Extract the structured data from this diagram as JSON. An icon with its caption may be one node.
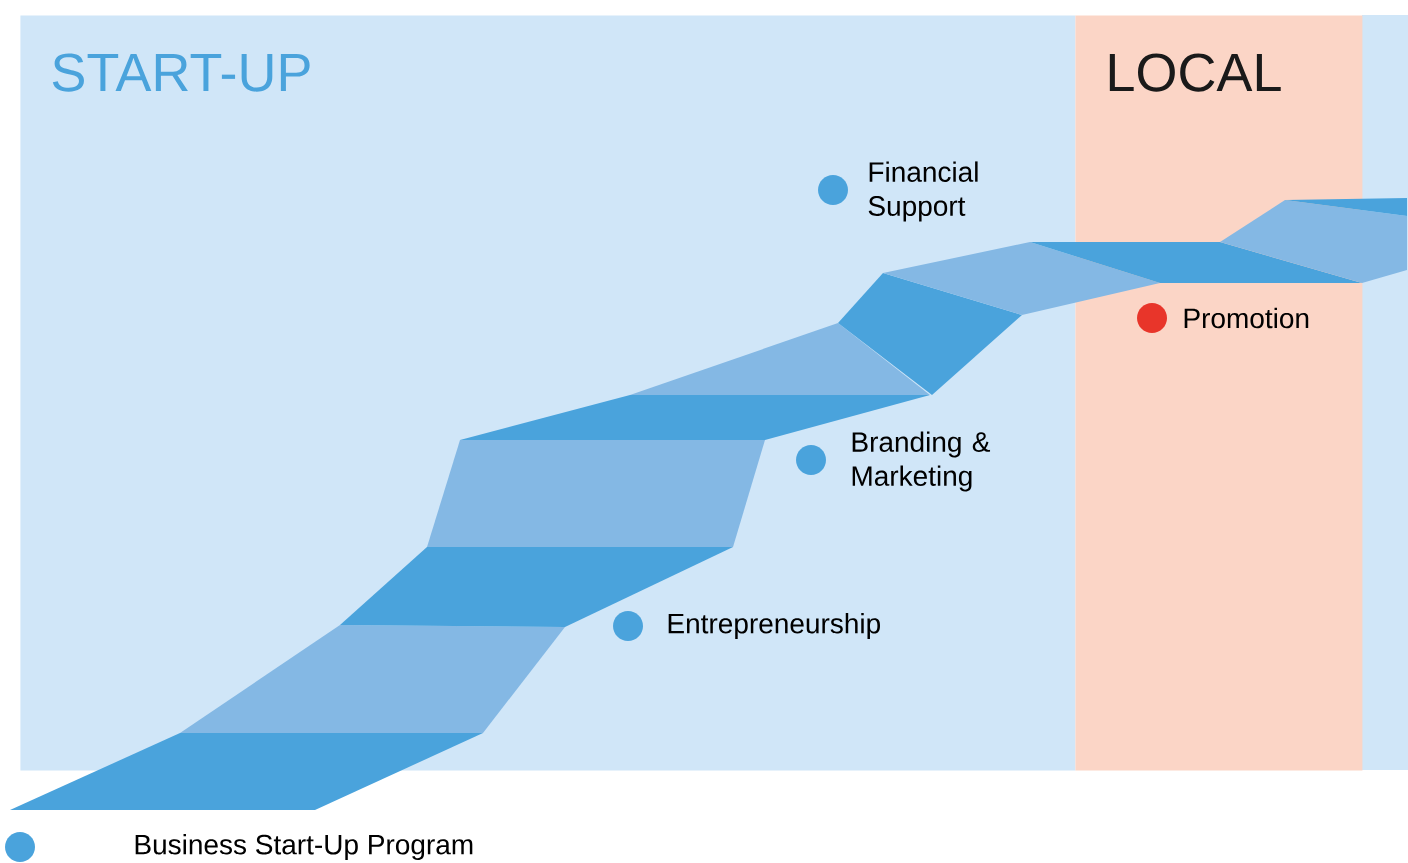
{
  "diagram": {
    "nodes": [
      {
        "text": [
          "START-UP"
        ]
      },
      {
        "text": [
          "LOCAL"
        ]
      },
      {
        "text": [
          "Financial Support"
        ],
        "in": 0
      },
      {
        "text": [
          "Branding & Marketing"
        ],
        "in": 0
      },
      {
        "text": [
          "Entrepreneurship"
        ],
        "in": 0
      },
      {
        "text": [
          "Promotion"
        ],
        "in": 1
      }
    ],
    "legend": [
      {
        "text": "Business Start-Up Program",
        "color": "#4aa3dc"
      }
    ]
  }
}
